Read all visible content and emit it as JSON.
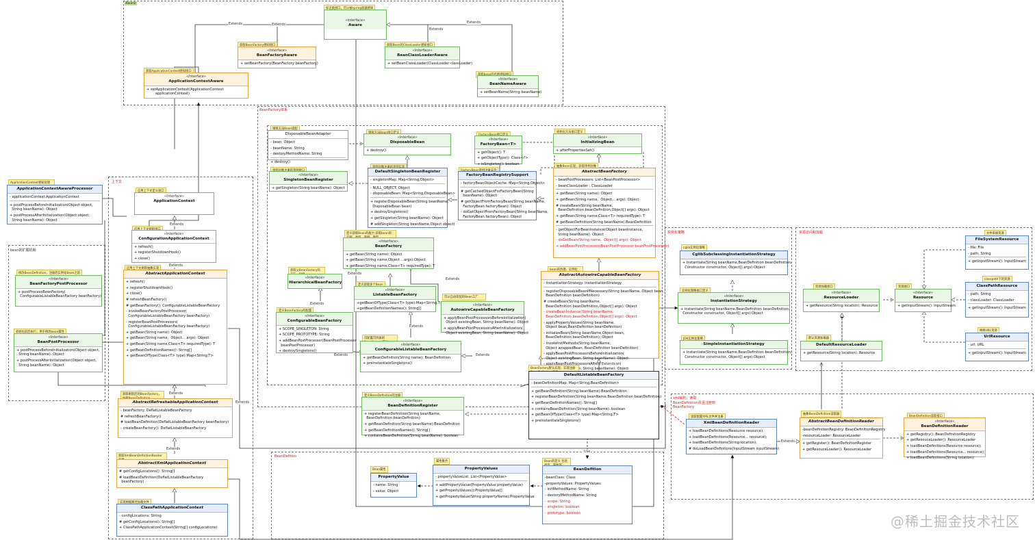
{
  "labels": {
    "extends": "Extends",
    "use": "Use"
  },
  "regions": {
    "aware": "Aware",
    "beanfactory": "BeanFactory体系",
    "context": "上下文",
    "ext": "bean的扩展机制",
    "strategy": "实例化策略",
    "resource": "资源访问和加载",
    "beandef": "BeanDefition",
    "reader": "xml解析，读取BeanDefinition并且注册到BeanFactory"
  },
  "watermark": "@稀土掘金技术社区",
  "notes": {
    "aware": "标记类接口，可以被spring容器感知",
    "bfaware": "获取BeanFactory感知接口",
    "bclaware": "获取Bean的ClassLoader感知接口",
    "acaware": "获取ApplicationContext感知接口",
    "bnaware": "获取bean的名称感知接口",
    "dba": "销毁方法Bean适配",
    "db": "销毁方法Bean接口定义",
    "fb": "FactoryBean接口定义",
    "ib": "初始化方法接口定义",
    "dsbr": "单例对象注册的单例实现",
    "fbrs": "FactoryBean单例注册支持",
    "sbr": "单例对象注册的单例接口",
    "aacp": "ApplicationContext感知处理 instance of 判断",
    "abf": "抽象Bean实现，获取单例对象",
    "bf": "定义获取Bean的能力 获取bean的实例，类型，单例，原型",
    "hbf": "获取父BeanFactory的工厂，层级",
    "lbf": "定义获取多个Bean",
    "acbf": "可以自动装配的Bean工厂",
    "cbf": "定义BeanFactory的配置",
    "clbf": "可配置可列表的BeanFactory定义",
    "aacbf": "bean的创建、实例化 属性填充 初始化",
    "dlbf": "BeanFactory默认实现，实现注册BeanDefinition方法",
    "bdr": "定义BeanDefinition的注册",
    "ac": "应用上下文定义接口",
    "cac": "应用上下文刷新接口",
    "aac": "应用上下文刷新抽象实现",
    "arac": "获取刷新后的BeanFactory，加载BeanDefinition",
    "axac": "获取XmlBeanDefinitionReader实现",
    "cpac": "实现根据路径加载文件",
    "bfpp": "修改BeanDefinition，注册后实例化Bean之前",
    "bpp": "初始化前后执行，用于修改bean属性",
    "cglib": "cglib实例化策略",
    "is": "实例化策略接口定义",
    "sis": "JDK实例化策略",
    "fsr": "文件系统资源",
    "cpr": "classpath下的资源",
    "ur": "网络URL资源",
    "rl": "资源加载接口",
    "res": "资源接口",
    "drl": "默认资源加载器",
    "xbdr": "读取配置XML文件并注册",
    "abdr": "抽象BeanDefinition读取器",
    "bdreader": "BeanDefinition读取接口",
    "pv": "Bean属性",
    "pvs": "属性集合",
    "bd": "Bean的定义 包括类型、属性等"
  },
  "classes": {
    "aware": {
      "st": "«interface»",
      "nm": "Aware",
      "m": []
    },
    "bfaware": {
      "st": "«Interface»",
      "nm": "BeanFactoryAware",
      "m": [
        "+ setBeanFactory(BeanFactory beanFactory)"
      ]
    },
    "bclaware": {
      "st": "«Interface»",
      "nm": "BeanClassLoaderAware",
      "m": [
        "+ setBeanClassLoader(ClassLoader classLoader)"
      ]
    },
    "acaware": {
      "st": "«Interface»",
      "nm": "ApplicationContextAware",
      "m": [
        "+ setApplicationContext(ApplicationContext\n        applicationContext)"
      ]
    },
    "bnaware": {
      "st": "«Interface»",
      "nm": "BeanNameAware",
      "m": [
        "+ setBeanName(String beanName)"
      ]
    },
    "dba": {
      "st": "",
      "nm": "DisposableBeanAdapter",
      "m": [
        "- bean: Object",
        "- beanName: String",
        "- destoryMethodName: String",
        "---",
        "+ destroy()"
      ]
    },
    "db": {
      "st": "«Interface»",
      "nm": "DisposableBean",
      "m": [
        "+ destroy()"
      ]
    },
    "fb": {
      "st": "«Interface»",
      "nm": "FactoryBean<T>",
      "m": [
        "+ getObject(): T",
        "+ getObjectType(): Class<?>",
        "+ isSingleton(): boolean"
      ]
    },
    "ib": {
      "st": "«Interface»",
      "nm": "InitializingBean",
      "m": [
        "+ afterPropertiesSet()"
      ]
    },
    "dsbr": {
      "st": "",
      "nm": "DefaultSingletonBeanRegister",
      "m": [
        "- singletonMap: Map<String,Object>",
        "---",
        "- NULL_OBJECT: Object",
        "- disposableBean: Map<String,DisposableBean>",
        "---",
        "+ registerDisposableBean(String beanName,\n  DisposableBean bean)",
        "+ destroySingletons()",
        "+ getSingleton(String beanName): Object",
        "# addSingleton(String beanName,Object object)"
      ]
    },
    "fbrs": {
      "st": "",
      "nm": "FactoryBeanRegistrySupport",
      "m": [
        "- factoryBeanObjectCache: Map<String,Object>",
        "---",
        "# getCachedObjectForFactoryBean(String\n  beanName): Object",
        "# getObjectFromFactoryBean(String beanName,\n  FactoryBean factoryBean): Object",
        "- doGetObjectFromFactoryBean(String beanName,\n  FactoryBean factoryBean): Object"
      ]
    },
    "sbr": {
      "st": "«Interface»",
      "nm": "SingletonBeanRegister",
      "m": [
        "+ getSingleton(String beanName): Object"
      ]
    },
    "aacp": {
      "st": "",
      "nm": "ApplicationContextAwareProcessor",
      "m": [
        "- applicationContext:ApplicationContext",
        "---",
        "+ postProcessBeforeInitialization(Object object,\n  String beanName): Object",
        "+ postProcessAfterInitialization(Object object,\n  String beanName): Object"
      ]
    },
    "abf": {
      "st": "",
      "nm": "AbstractBeanFactory",
      "m": [
        "- beanPostProcessors: List<BeanPostProcessor>",
        "- beanClassLoader : ClassLoader",
        "---",
        "+ getBean(String name): Object",
        "+ getBean(String name,  Object... args): Object",
        "# createBean(String beanName,\n  BeanDefinition beanDefinition,Object[] args): Object",
        "+ getBean(String name,Class<T> requiredType): T",
        "# getBeanDefinition(String beanName).BeanDefinition",
        "---",
        "- getObjectForBeanInstance(Object beanInstance,\n  String beanName): Object",
        "- doGetBean(String name,  Object[] args): Object",
        "+ addBeanPostProcessor(BeanPostProcessor beanPostProcessor)"
      ]
    },
    "bf": {
      "st": "«Interface»",
      "nm": "BeanFactory",
      "m": [
        "+ getBean(String name): Object",
        "+ getBean(String name,Object ...args):Object",
        "+ getBean(String name,Class<T> requiredType): T"
      ]
    },
    "hbf": {
      "st": "«Interface»",
      "nm": "HierarchicalBeanFactory",
      "m": []
    },
    "lbf": {
      "st": "«Interface»",
      "nm": "ListableBeanFactory",
      "m": [
        "+getBeanOfType(Class<T> type):Map<String,T>",
        "+getBeanDefinitionNames(): String[]"
      ]
    },
    "acbf": {
      "st": "«Interface»",
      "nm": "AutowireCapableBeanFactory",
      "m": [
        "+ applyBeanPostProcessorsBeforeInitialization(\n  Object existingBean, String beanName): Object",
        "+ applyBeanPostProcessorsAfterInitialization(\n  Object existingBean, String beanName): Object"
      ]
    },
    "cbf": {
      "st": "«Interface»",
      "nm": "ConfigurableBeanFactory",
      "m": [
        "+ SCOPE_SINGLETON: String",
        "+ SCOPE_PROTOTYPE: String",
        "+ addBeanPostProcessor(BeanPostProcessor\n  beanPostProcessor)",
        "+ destroySingletons()"
      ]
    },
    "clbf": {
      "st": "«Interface»",
      "nm": "ConfigurableListableBeanFactory",
      "m": [
        "+ getBeanDefinition(String name): BeanDefinition",
        "+ preInstantiateSingletons()"
      ]
    },
    "aacbf": {
      "st": "",
      "nm": "AbstractAutowireCapableBeanFactory",
      "m": [
        "- instantiationStrategy: InstantiationStrategy",
        "---",
        "- registerDisposableBeanIfNecessary(String beanName, Object bean,\n  BeanDefinition beanDefinition)",
        "# createBean(String beanName,\n  BeanDefinition beanDefinition,Object[] args): Object",
        "- createBeanInstance(String beanName,\n  BeanDefinition beanDefinition,Object[] args): Object",
        "- applyPropertyValues(String beanName,\n  Object bean,BeanDefinition beanDefinition)",
        "- initializeBean(String beanName,Object bean,\n  BeanDefinition beanDefinition): Object",
        "- invokeInitMethods(String beanName,\n  Object wrappedBean, BeanDefinition beanDefinition)",
        "- applyBeanPostProcessorsBeforeInitialization(\n  Object existingBean, String beanName): Object",
        "- applyBeanPostProcessorsAfterInitialization(\n  Object existingBean, String beanName): Object"
      ]
    },
    "dlbf": {
      "st": "",
      "nm": "DefaultListableBeanFactory",
      "m": [
        "- beanDefinitionMap: Map<String,BeanDefinition>",
        "---",
        "+ getBeanDefinition(String beanName):BeanDefinition",
        "+ registerBeanDefinition(String beanName,BeanDefinition beanDefinition)",
        "+ getBeanDefinitionNames(): String[]",
        "+ containsBeanDefinition(String beanName): boolean",
        "+ getBeanOfType(Class<T> type):Map<String,T>",
        "+ preInstantiateSingletons()"
      ]
    },
    "bdr": {
      "st": "«Interface»",
      "nm": "BeanDefinitionRegister",
      "m": [
        "+ registerBeanDefinition(String beanName,\n  BeanDefinition beanDefinition)",
        "+ getBeanDefinition(String beanName):BeanDefinition",
        "+ getBeanDefinitionNames(): String[]",
        "+ containsBeanDefinition(String beanName): boolean"
      ]
    },
    "ac": {
      "st": "«Interface»",
      "nm": "ApplicationContext",
      "m": []
    },
    "cac": {
      "st": "«Interface»",
      "nm": "ConfigurationApplicationContext",
      "m": [
        "+ refresh()",
        "+ registerShutdownHook()",
        "+ close()"
      ]
    },
    "aac": {
      "st": "",
      "nm": "AbstractApplicationContext",
      "m": [
        "+ refresh()",
        "+ registerShutdownHook()",
        "+ close()",
        "# refreshBeanFactory()",
        "# getBeanFactory(): ConfigurableListableBeanFactory",
        "- invokeBeanFactoryPostProcessor(\n  ConfigurableListableBeanFactory beanFactory)",
        "- registerBeanPostProcessors(\n  ConfigurableListableBeanFactory beanFactory)",
        "+ getBean(String name): Object",
        "+ getBean(String name,  Object... args): Object",
        "+ getBean(String name,Class<T> requiredType): T",
        "+ getBeanDefinitionNames(): String[]",
        "+ getBeanOfType(Class<T> type):Map<String,T>"
      ]
    },
    "arac": {
      "st": "",
      "nm": "AbstractRefreshableApplicationContext",
      "m": [
        "- beanFactory: DeflatListableBeanFactory",
        "# refreshBeanFactory()",
        "# loadBeanDefinition(DeflatListableBeanFactory beanFactory)",
        "- createBeanFactory(): DeflatListableBeanFactory"
      ]
    },
    "axac": {
      "st": "",
      "nm": "AbstractXmlApplicationContext",
      "m": [
        "# getConfigLocations(): String[]",
        "# loadBeanDefinition(DeflatListableBeanFactory\n  beanFactory)"
      ]
    },
    "cpac": {
      "st": "",
      "nm": "ClassPathApplicationContext",
      "m": [
        "- configLocations: String",
        "# getConfigLocations(): String[]",
        "+ ClassPathApplicationContext(String[] configLocations)"
      ]
    },
    "bfpp": {
      "st": "«Interface»",
      "nm": "BeanFactoryPostProcessor",
      "m": [
        "+ postProcessBeanFactory(\n  ConfigurableListableBeanFactory beanFactory)"
      ]
    },
    "bpp": {
      "st": "«Interface»",
      "nm": "BeanPostProcessor",
      "m": [
        "+ postProcessBeforeInitialization(Object object,\n  String beanName): Object",
        "+ postProcessAfterInitialization(Object object,\n  String beanName): Object"
      ]
    },
    "cglib": {
      "st": "",
      "nm": "CglibSubclassingInstantiationStrategy",
      "m": [
        "+ instantiate(String beanName,BeanDefinition beanDefinition,\n  Constructor constructor, Object[] args):Object"
      ]
    },
    "is": {
      "st": "«Interface»",
      "nm": "InstantiationStrategy",
      "m": [
        "+ instantiate(String beanName,BeanDefinition beanDefinition,\n  Constructor constructor, Object[] args):Object"
      ]
    },
    "sis": {
      "st": "",
      "nm": "SimpleInstantiationStrategy",
      "m": [
        "+ instantiate(String beanName,BeanDefinition beanDefinition,\n  Constructor constructor, Object[] args):Object"
      ]
    },
    "fsr": {
      "st": "",
      "nm": "FileSystemResource",
      "m": [
        "- file: File",
        "- path: String",
        "---",
        "+ getInputStream(): InputStream"
      ]
    },
    "cpr": {
      "st": "",
      "nm": "ClassPathResource",
      "m": [
        "- path: String",
        "- classLoader: ClassLoader",
        "---",
        "+ getInputStream(): InputStream"
      ]
    },
    "ur": {
      "st": "",
      "nm": "UrlResource",
      "m": [
        "- url: URL",
        "---",
        "+ getInputStream(): InputStream"
      ]
    },
    "rl": {
      "st": "«Interface»",
      "nm": "ResourceLoader",
      "m": [
        "+ getResource(String location): Resource"
      ]
    },
    "res": {
      "st": "«Interface»",
      "nm": "Resource",
      "m": [
        "+ getInputStream(): InputStream"
      ]
    },
    "drl": {
      "st": "",
      "nm": "DefaultResourceLoader",
      "m": [
        "+ getResource(String location): Resource"
      ]
    },
    "xbdr": {
      "st": "",
      "nm": "XmlBeanDefinitionReader",
      "m": [
        "+ loadBeanDefinitions(Resource resource);",
        "+ loadBeanDefinitions(Resource... resource);",
        "+ loadBeanDefinitions(String location);",
        "# doLoadBeanDefinitons(InputStream inputStream)"
      ]
    },
    "abdr": {
      "st": "",
      "nm": "AbstractBeanDefinitionReader",
      "m": [
        "-beanDefinitionRegistry: BeanDefinitionRegistry",
        "-resourceLoader: ResourceLoader",
        "---",
        "+ getRegister(): BeanDefinitionRegister",
        "+ getResouceLoader(): ResourceLoader"
      ]
    },
    "bdreader": {
      "st": "«Interface»",
      "nm": "BeanDefinitionReader",
      "m": [
        "+ getRegistry(): BeanDefinitionRegistry",
        "+ getResouceLoader(): ResourceLoader",
        "+ loadBeanDefinitions(Resource resource);",
        "+ loadBeanDefinitions(Resource... resource);",
        "+ loadBeanDefinitions(String location);"
      ]
    },
    "pv": {
      "st": "",
      "nm": "PropertyValue",
      "m": [
        "- name: String",
        "- value: Object"
      ]
    },
    "pvs": {
      "st": "",
      "nm": "PropertyValues",
      "m": [
        "- propertyValueList: List<PropertyValue>",
        "---",
        "+ addPropertyValue(PropertyValue propertyValue)",
        "+ getPropertyValues():PropertyValue[]",
        "+ getPropertyValue(String propertyName):PropertyValue"
      ]
    },
    "bd": {
      "st": "",
      "nm": "BeanDefition",
      "m": [
        "-beanClass: Class",
        "-propertyValues: PropertyValues",
        "- initMethodName: String",
        "- destoryMethodName: String",
        "- scope: String",
        "- singleton: boolean",
        "- prototype: boolean"
      ]
    }
  }
}
